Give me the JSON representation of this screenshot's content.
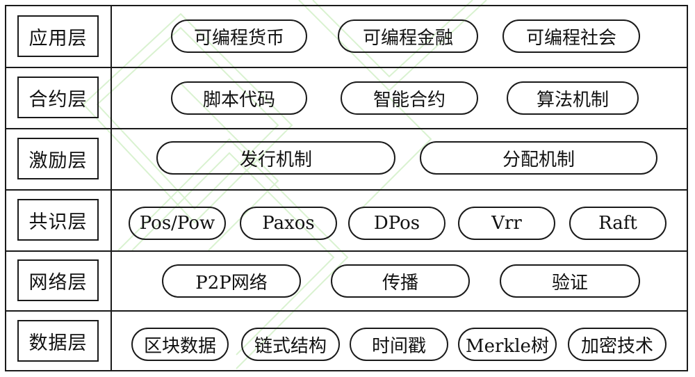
{
  "layers": [
    {
      "label": "应用层",
      "items": [
        "可编程货币",
        "可编程金融",
        "可编程社会"
      ]
    },
    {
      "label": "合约层",
      "items": [
        "脚本代码",
        "智能合约",
        "算法机制"
      ]
    },
    {
      "label": "激励层",
      "items": [
        "发行机制",
        "分配机制"
      ]
    },
    {
      "label": "共识层",
      "items": [
        "Pos/Pow",
        "Paxos",
        "DPos",
        "Vrr",
        "Raft"
      ]
    },
    {
      "label": "网络层",
      "items": [
        "P2P网络",
        "传播",
        "验证"
      ]
    },
    {
      "label": "数据层",
      "items": [
        "区块数据",
        "链式结构",
        "时间戳",
        "Merkle树",
        "加密技术"
      ]
    }
  ],
  "colors": {
    "line": "#1a1a1a",
    "watermark": "#d8f0d0"
  }
}
